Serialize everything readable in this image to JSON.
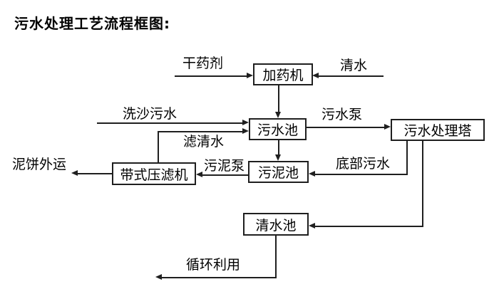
{
  "title": "污水处理工艺流程框图:",
  "nodes": {
    "dosing_machine": "加药机",
    "sewage_pool": "污水池",
    "treatment_tower": "污水处理塔",
    "sludge_pool": "污泥池",
    "belt_filter_press": "带式压滤机",
    "clean_water_pool": "清水池"
  },
  "flow_labels": {
    "dry_chemical": "干药剂",
    "clean_water_in": "清水",
    "sand_wash_sewage": "洗沙污水",
    "filtered_water": "滤清水",
    "sewage_pump": "污水泵",
    "bottom_sewage": "底部污水",
    "sludge_pump": "污泥泵",
    "mud_cake_outbound": "泥饼外运",
    "recycle_use": "循环利用"
  },
  "edges": [
    {
      "from": "external",
      "to": "dosing_machine",
      "label": "干药剂"
    },
    {
      "from": "external",
      "to": "dosing_machine",
      "label": "清水"
    },
    {
      "from": "dosing_machine",
      "to": "sewage_pool",
      "label": ""
    },
    {
      "from": "external",
      "to": "sewage_pool",
      "label": "洗沙污水"
    },
    {
      "from": "belt_filter_press",
      "to": "sewage_pool",
      "label": "滤清水"
    },
    {
      "from": "sewage_pool",
      "to": "treatment_tower",
      "label": "污水泵"
    },
    {
      "from": "sewage_pool",
      "to": "sludge_pool",
      "label": ""
    },
    {
      "from": "treatment_tower",
      "to": "sludge_pool",
      "label": "底部污水"
    },
    {
      "from": "sludge_pool",
      "to": "belt_filter_press",
      "label": "污泥泵"
    },
    {
      "from": "belt_filter_press",
      "to": "external",
      "label": "泥饼外运"
    },
    {
      "from": "treatment_tower",
      "to": "clean_water_pool",
      "label": ""
    },
    {
      "from": "clean_water_pool",
      "to": "external",
      "label": "循环利用"
    }
  ],
  "colors": {
    "line": "#1f1f1f",
    "box_border": "#1f1f1f",
    "text": "#000000",
    "background": "#ffffff"
  }
}
